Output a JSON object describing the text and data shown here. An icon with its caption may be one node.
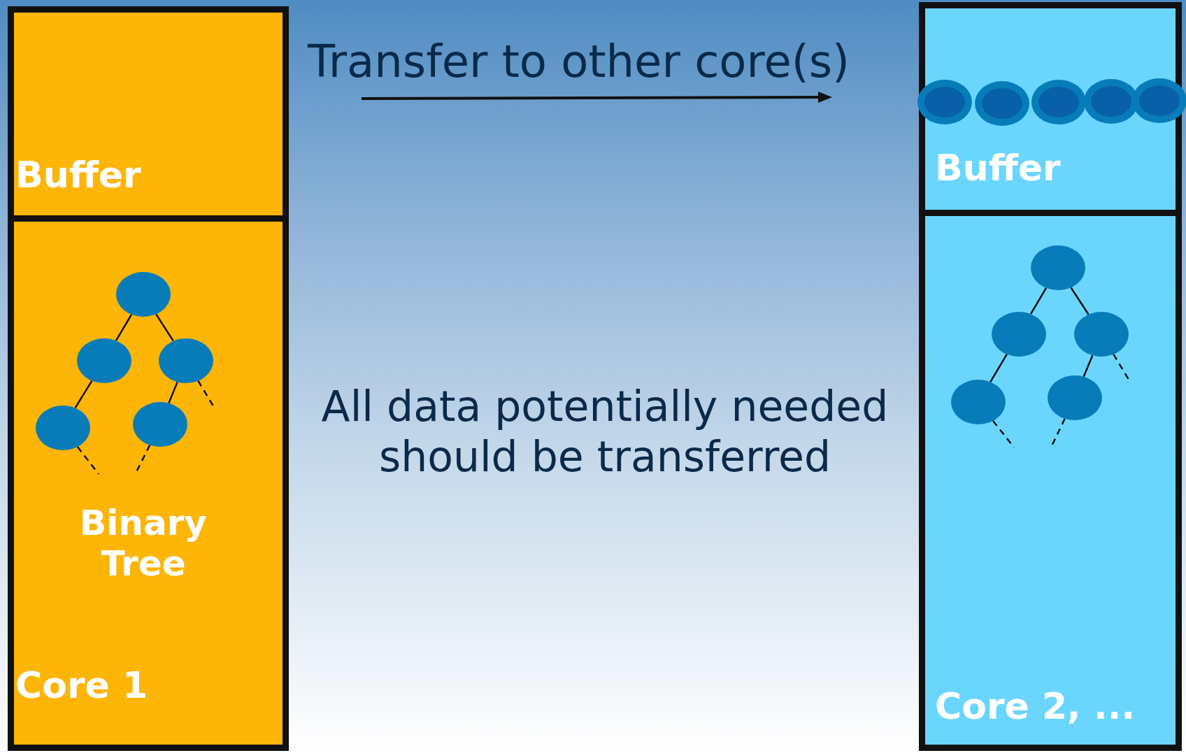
{
  "diagram": {
    "nodes": [
      {
        "text": [
          "Buffer"
        ]
      },
      {
        "text": [
          "Binary Tree",
          "Core 1"
        ]
      },
      {
        "text": [],
        "shape": "circle",
        "in": 1
      },
      {
        "text": [],
        "shape": "circle",
        "in": 1
      },
      {
        "text": [],
        "shape": "circle",
        "in": 1
      },
      {
        "text": [],
        "shape": "circle",
        "in": 1
      },
      {
        "text": [],
        "shape": "circle",
        "in": 1
      },
      {
        "text": [
          "Buffer"
        ]
      },
      {
        "text": [],
        "shape": "circle",
        "in": 7
      },
      {
        "text": [],
        "shape": "circle",
        "in": 7
      },
      {
        "text": [],
        "shape": "circle",
        "in": 7
      },
      {
        "text": [],
        "shape": "circle",
        "in": 7
      },
      {
        "text": [],
        "shape": "circle",
        "in": 7
      },
      {
        "text": [
          "Core 2, ..."
        ]
      },
      {
        "text": [],
        "shape": "circle",
        "in": 13
      },
      {
        "text": [],
        "shape": "circle",
        "in": 13
      },
      {
        "text": [],
        "shape": "circle",
        "in": 13
      },
      {
        "text": [],
        "shape": "circle",
        "in": 13
      },
      {
        "text": [],
        "shape": "circle",
        "in": 13
      }
    ],
    "edges": [
      {
        "from": 2,
        "to": 3,
        "arrow": "none"
      },
      {
        "from": 2,
        "to": 4,
        "arrow": "none"
      },
      {
        "from": 3,
        "to": 5,
        "arrow": "none"
      },
      {
        "from": 4,
        "to": 6,
        "arrow": "none"
      },
      {
        "from": 4,
        "to": null,
        "arrow": "none",
        "style": "dashed"
      },
      {
        "from": 5,
        "to": null,
        "arrow": "none",
        "style": "dashed"
      },
      {
        "from": 6,
        "to": null,
        "arrow": "none",
        "style": "dashed"
      },
      {
        "from": 14,
        "to": 15,
        "arrow": "none"
      },
      {
        "from": 14,
        "to": 16,
        "arrow": "none"
      },
      {
        "from": 15,
        "to": 17,
        "arrow": "none"
      },
      {
        "from": 16,
        "to": 18,
        "arrow": "none"
      },
      {
        "from": 16,
        "to": null,
        "arrow": "none",
        "style": "dashed"
      },
      {
        "from": 17,
        "to": null,
        "arrow": "none",
        "style": "dashed"
      },
      {
        "from": 18,
        "to": null,
        "arrow": "none",
        "style": "dashed"
      }
    ],
    "labels": [
      "Transfer to other core(s)",
      "All data potentially needed should be transferred"
    ]
  }
}
